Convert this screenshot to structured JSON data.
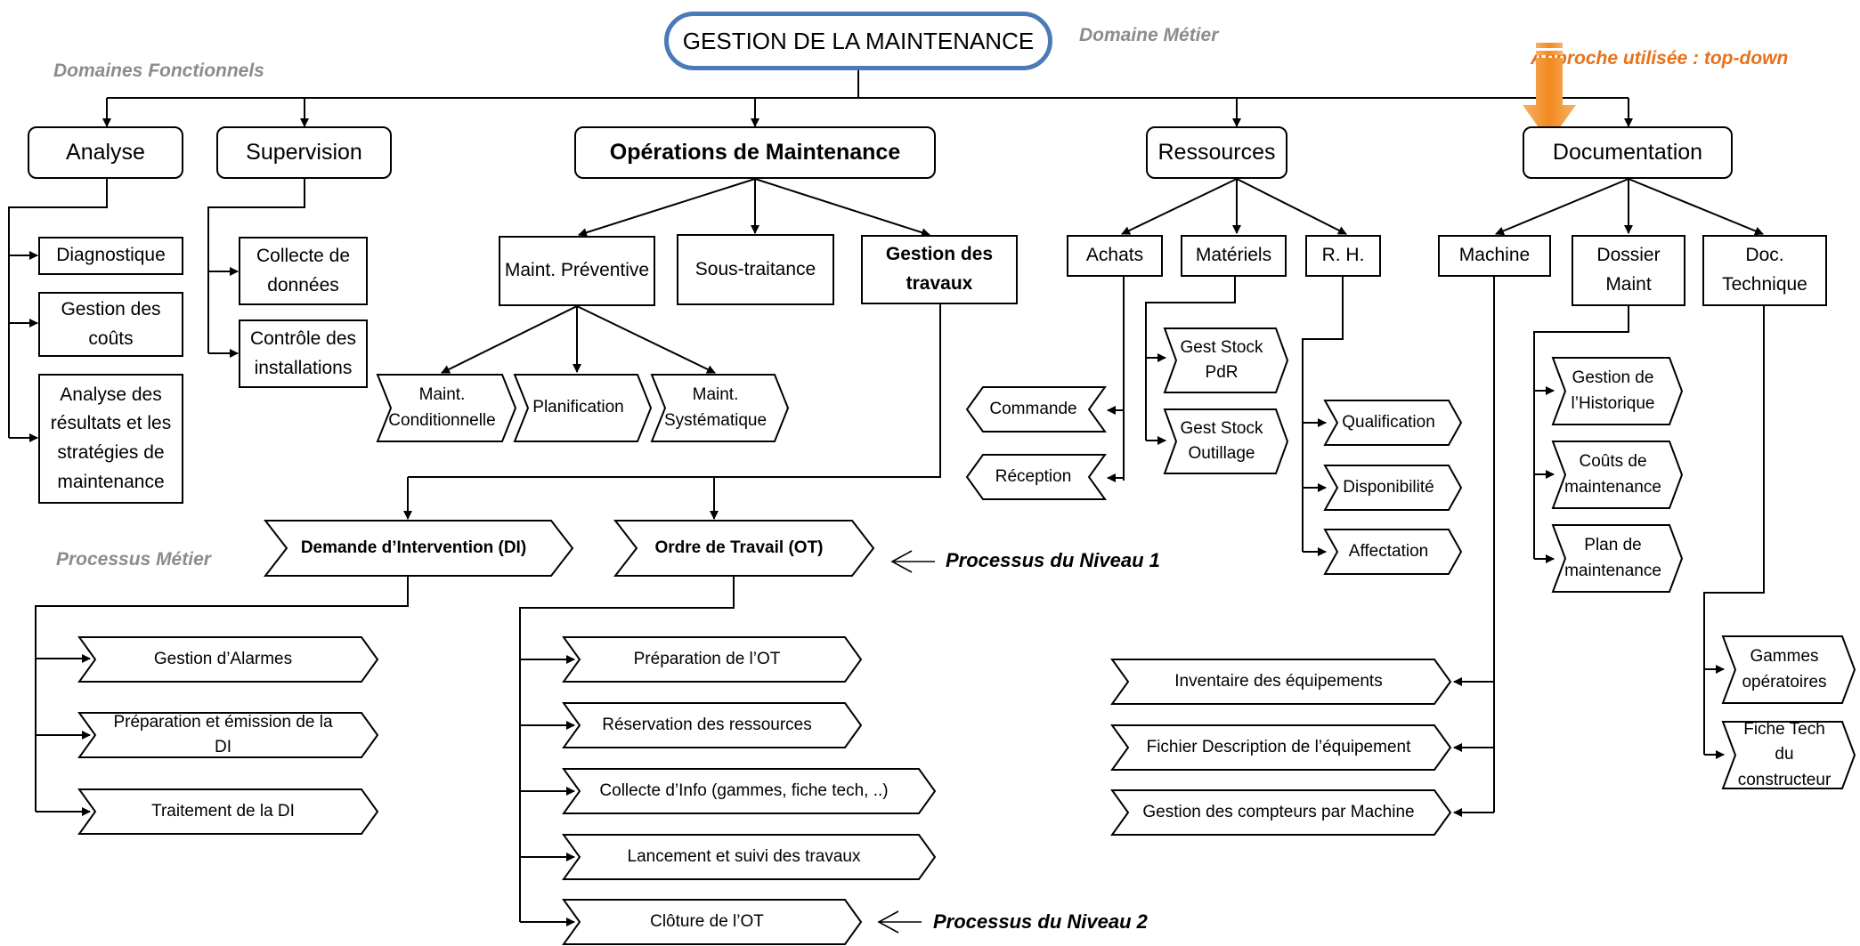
{
  "title": "GESTION DE LA MAINTENANCE",
  "labels": {
    "domaine_metier": "Domaine Métier",
    "domaines_fonctionnels": "Domaines Fonctionnels",
    "processus_metier": "Processus Métier",
    "approche": "Approche utilisée : top-down",
    "niveau1": "Processus du Niveau 1",
    "niveau2": "Processus du Niveau 2"
  },
  "domains": {
    "analyse": "Analyse",
    "supervision": "Supervision",
    "operations": "Opérations de Maintenance",
    "ressources": "Ressources",
    "documentation": "Documentation"
  },
  "analyse_items": [
    "Diagnostique",
    "Gestion des coûts",
    "Analyse des résultats et les stratégies de maintenance"
  ],
  "supervision_items": [
    "Collecte de données",
    "Contrôle des installations"
  ],
  "operations_subs": [
    "Maint. Préventive",
    "Sous-traitance",
    "Gestion des travaux"
  ],
  "preventive_items": [
    "Maint. Conditionnelle",
    "Planification",
    "Maint. Systématique"
  ],
  "niveau1": [
    "Demande d’Intervention (DI)",
    "Ordre de Travail (OT)"
  ],
  "di_items": [
    "Gestion d’Alarmes",
    "Préparation et émission de la DI",
    "Traitement de la DI"
  ],
  "ot_items": [
    "Préparation de l’OT",
    "Réservation des ressources",
    "Collecte d’Info (gammes, fiche tech, ..)",
    "Lancement et suivi des travaux",
    "Clôture de l’OT"
  ],
  "ressources_subs": [
    "Achats",
    "Matériels",
    "R. H."
  ],
  "achats_items": [
    "Commande",
    "Réception"
  ],
  "materiels_items": [
    "Gest Stock PdR",
    "Gest Stock Outillage"
  ],
  "rh_items": [
    "Qualification",
    "Disponibilité",
    "Affectation"
  ],
  "documentation_subs": [
    "Machine",
    "Dossier Maint",
    "Doc. Technique"
  ],
  "machine_items": [
    "Inventaire des équipements",
    "Fichier Description de l’équipement",
    "Gestion des compteurs par Machine"
  ],
  "dossier_items": [
    "Gestion de l’Historique",
    "Coûts de maintenance",
    "Plan de maintenance"
  ],
  "doctech_items": [
    "Gammes opératoires",
    "Fiche Tech du constructeur"
  ],
  "colors": {
    "title_border": "#4a7ab8",
    "approach": "#e8711c",
    "arrow_fill": "#f59a3c",
    "label_grey": "#8c8c8c"
  }
}
